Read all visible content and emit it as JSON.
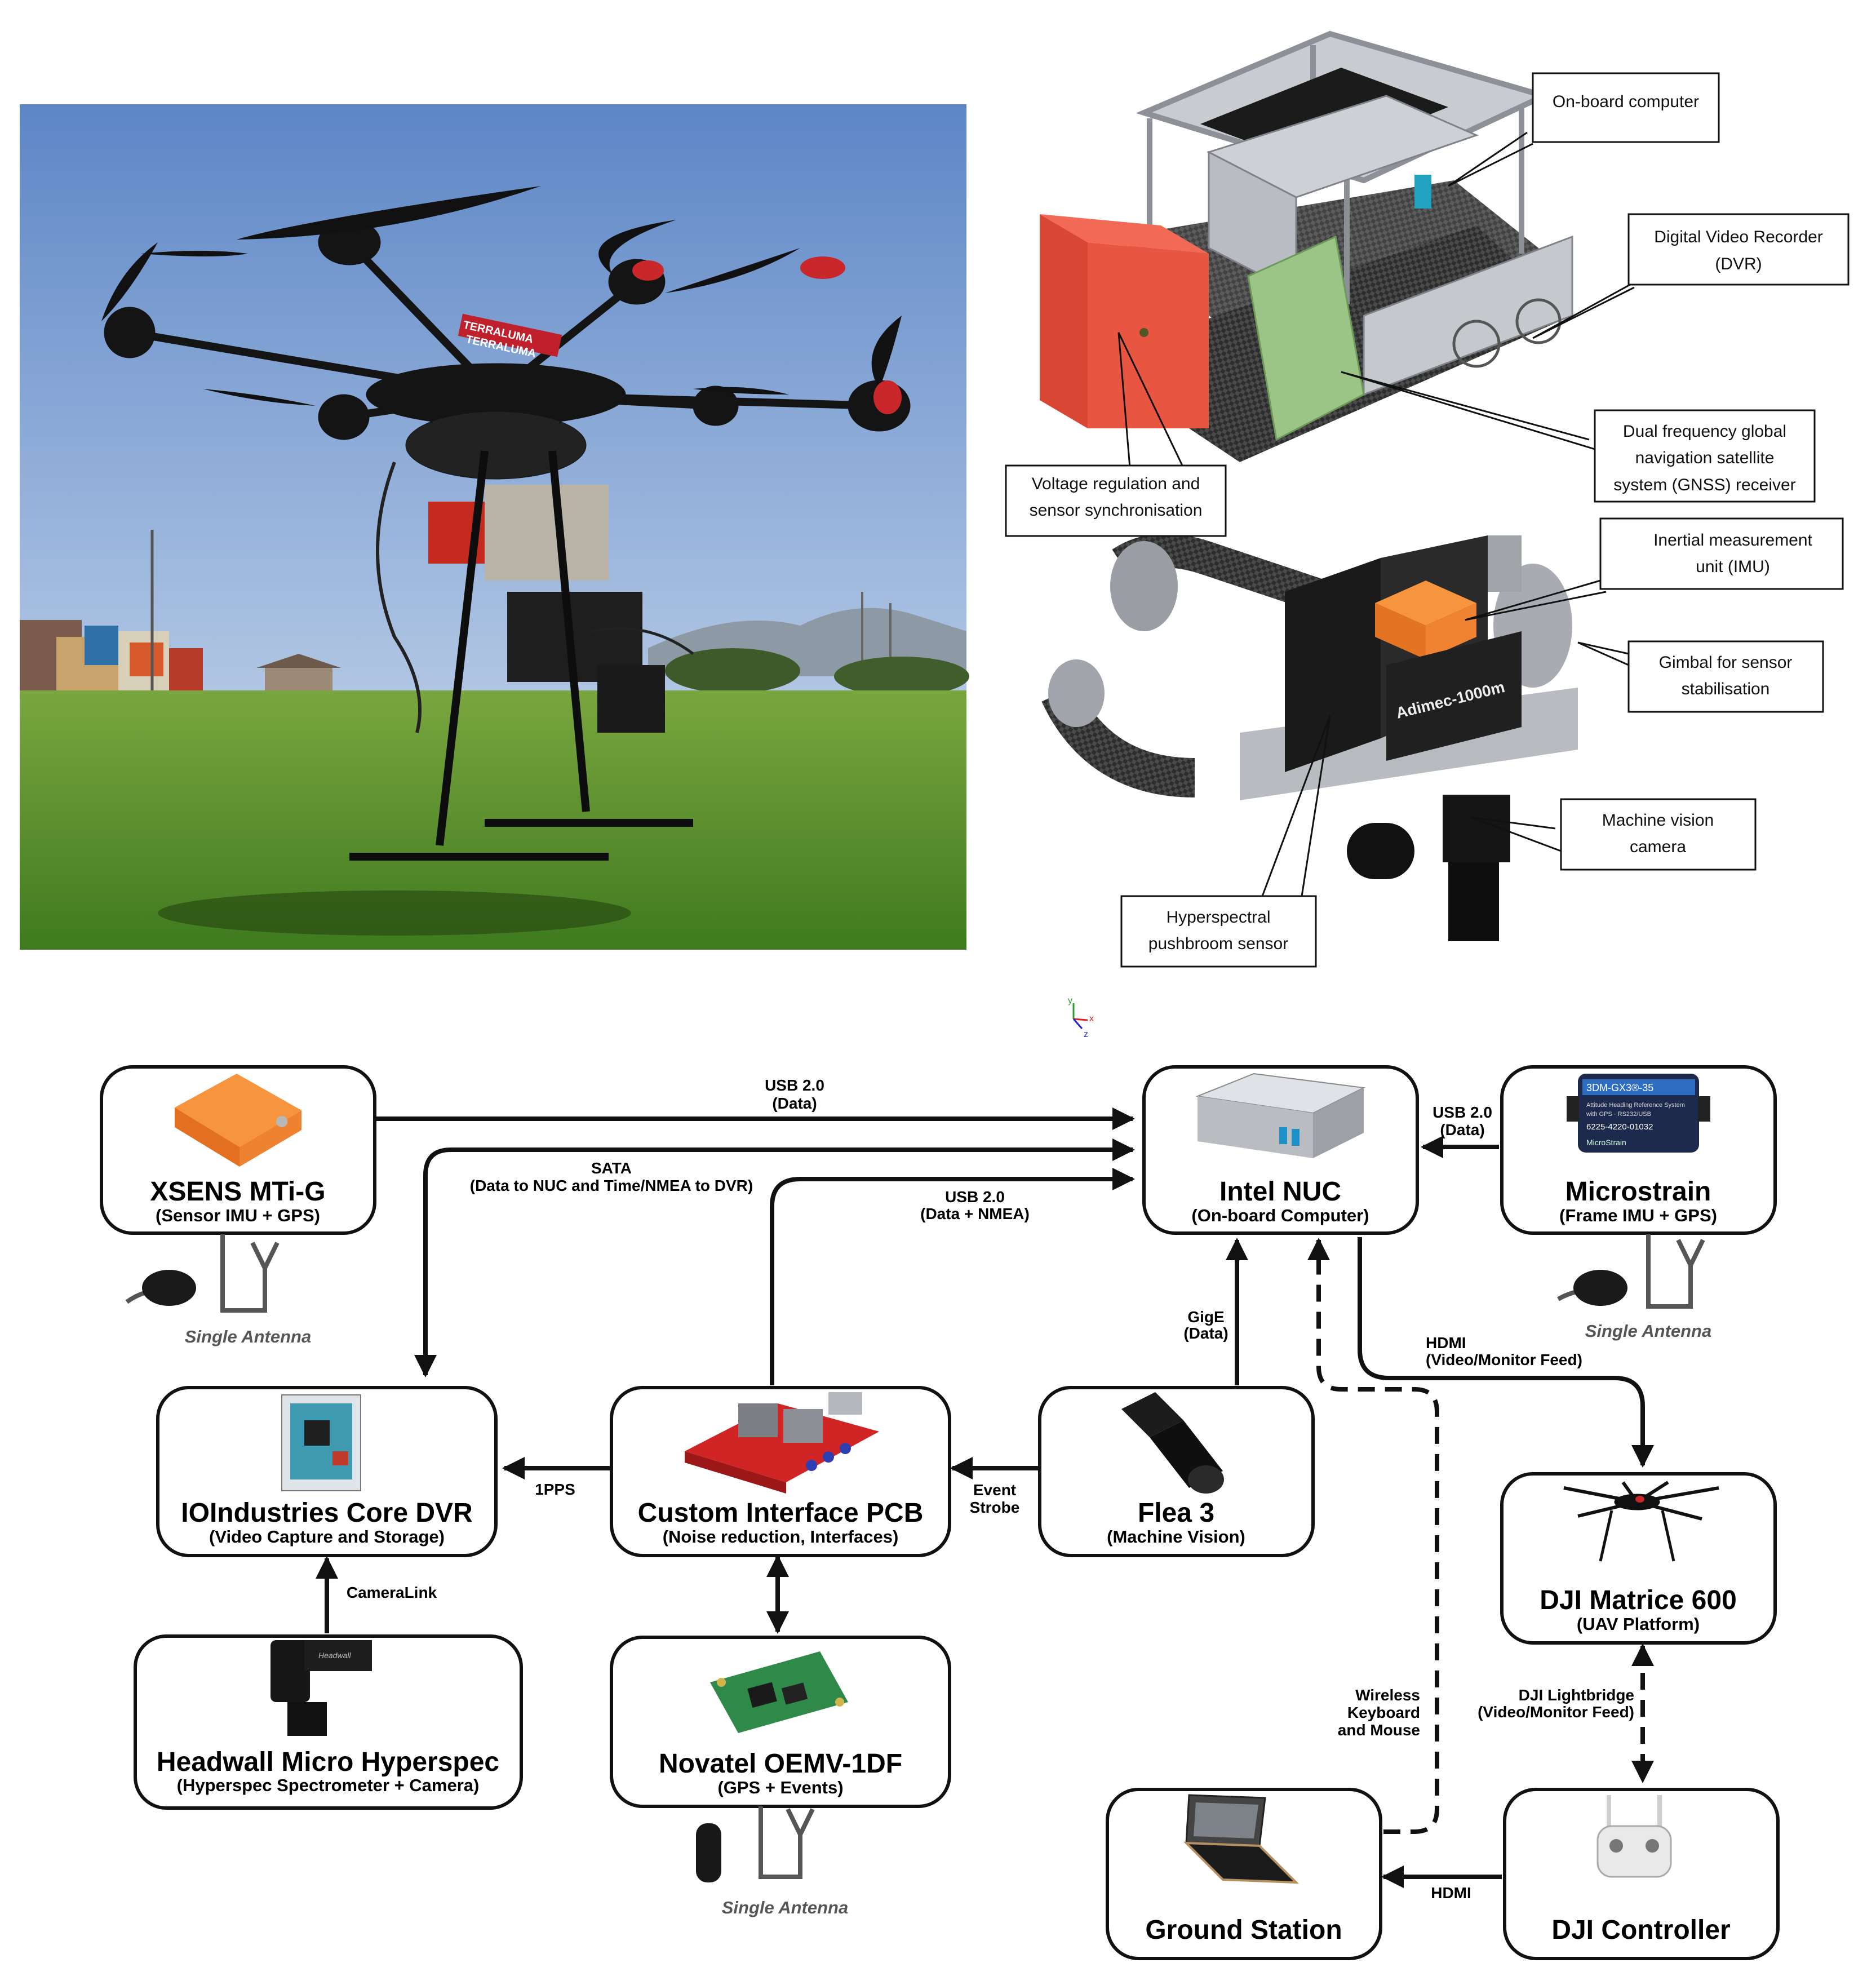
{
  "photo_callouts": {
    "onboard_computer": "On-board computer",
    "dvr_1": "Digital Video Recorder",
    "dvr_2": "(DVR)",
    "gnss_1": "Dual frequency global",
    "gnss_2": "navigation satellite",
    "gnss_3": "system (GNSS) receiver",
    "voltage_1": "Voltage regulation and",
    "voltage_2": "sensor synchronisation",
    "imu_1": "Inertial measurement",
    "imu_2": "unit (IMU)",
    "gimbal_1": "Gimbal for sensor",
    "gimbal_2": "stabilisation",
    "mvcam_1": "Machine vision",
    "mvcam_2": "camera",
    "hyper_1": "Hyperspectral",
    "hyper_2": "pushbroom sensor"
  },
  "drone_photo": {
    "arm_text_1": "TERRALUMA",
    "arm_text_2": "TERRALUMA"
  },
  "camera_body_text": "Adimec-1000m",
  "nodes": {
    "xsens": {
      "title": "XSENS MTi-G",
      "sub": "(Sensor IMU + GPS)"
    },
    "nuc": {
      "title": "Intel NUC",
      "sub": "(On-board Computer)"
    },
    "microstrain": {
      "title": "Microstrain",
      "sub": "(Frame IMU + GPS)"
    },
    "dvr": {
      "title": "IOIndustries Core DVR",
      "sub": "(Video Capture and Storage)"
    },
    "pcb": {
      "title": "Custom Interface PCB",
      "sub": "(Noise reduction, Interfaces)"
    },
    "flea": {
      "title": "Flea 3",
      "sub": "(Machine Vision)"
    },
    "headwall": {
      "title": "Headwall Micro Hyperspec",
      "sub": "(Hyperspec Spectrometer + Camera)"
    },
    "novatel": {
      "title": "Novatel OEMV-1DF",
      "sub": "(GPS + Events)"
    },
    "dji600": {
      "title": "DJI Matrice 600",
      "sub": "(UAV Platform)"
    },
    "ground": {
      "title": "Ground Station",
      "sub": ""
    },
    "controller": {
      "title": "DJI Controller",
      "sub": ""
    }
  },
  "edges": {
    "usb_xsens_1": "USB 2.0",
    "usb_xsens_2": "(Data)",
    "sata_1": "SATA",
    "sata_2": "(Data to NUC and Time/NMEA to DVR)",
    "usb_pcb_1": "USB 2.0",
    "usb_pcb_2": "(Data + NMEA)",
    "usb_micro_1": "USB 2.0",
    "usb_micro_2": "(Data)",
    "gige_1": "GigE",
    "gige_2": "(Data)",
    "hdmi_video_1": "HDMI",
    "hdmi_video_2": "(Video/Monitor Feed)",
    "pps": "1PPS",
    "event_1": "Event",
    "event_2": "Strobe",
    "cameralink": "CameraLink",
    "wireless_1": "Wireless",
    "wireless_2": "Keyboard",
    "wireless_3": "and Mouse",
    "lightbridge_1": "DJI Lightbridge",
    "lightbridge_2": "(Video/Monitor Feed)",
    "hdmi_ground": "HDMI"
  },
  "antennas": {
    "xsens": "Single Antenna",
    "microstrain": "Single Antenna",
    "novatel": "Single Antenna"
  },
  "microstrain_device": {
    "model": "3DM-GX3®-35",
    "desc_1": "Attitude Heading Reference System",
    "desc_2": "with GPS · RS232/USB",
    "part": "6225-4220-01032",
    "brand": "MicroStrain"
  },
  "headwall_logo": "Headwall",
  "axis_labels": {
    "y": "y",
    "x": "x",
    "z": "z"
  },
  "colors": {
    "sky_top": "#6f93cc",
    "sky_bottom": "#c7d6ea",
    "grass": "#5a8f2e",
    "red_box": "#e0503d",
    "green_board": "#98c084",
    "orange_imu": "#f07f2a",
    "edge": "#111111"
  }
}
